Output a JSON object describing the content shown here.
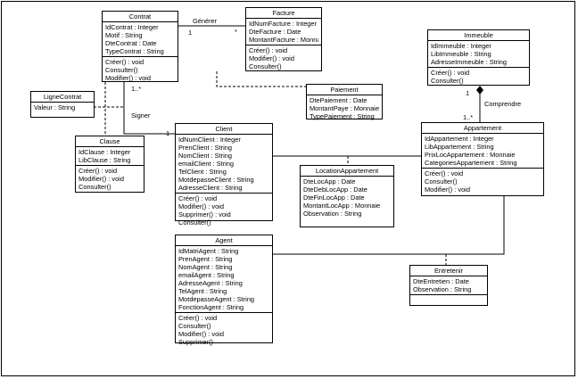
{
  "classes": {
    "contrat": {
      "name": "Contrat",
      "attributes": [
        "IdContrat : Integer",
        "Motif : String",
        "DteContrat : Date",
        "TypeContrat : String"
      ],
      "methods": [
        "Créer() : void",
        "Consulter()",
        "Modifier() : void"
      ]
    },
    "facture": {
      "name": "Facture",
      "attributes": [
        "IdNumFacture : Integer",
        "DteFacture : Date",
        "MontantFacture : Monnaie"
      ],
      "methods": [
        "Créer() : void",
        "Modifier() : void",
        "Consulter()"
      ]
    },
    "immeuble": {
      "name": "Immeuble",
      "attributes": [
        "IdImmeuble : Integer",
        "LibImmeuble : String",
        "AdresseImmeuble : String"
      ],
      "methods": [
        "Créer() : void",
        "Consulter()"
      ]
    },
    "ligne_contrat": {
      "name": "LigneContrat",
      "attributes": [
        "Valeur : String"
      ],
      "methods": []
    },
    "paiement": {
      "name": "Paiement",
      "attributes": [
        "DtePaiement : Date",
        "MontantPaye : Monnaie",
        "TypePaiement : String"
      ],
      "methods": []
    },
    "clause": {
      "name": "Clause",
      "attributes": [
        "IdClause : Integer",
        "LibClause : String"
      ],
      "methods": [
        "Créer() : void",
        "Modifier() : void",
        "Consulter()"
      ]
    },
    "client": {
      "name": "Client",
      "attributes": [
        "IdNumClient : Integer",
        "PrenClient : String",
        "NomClient : String",
        "emailClient : String",
        "TelClient : String",
        "MotdepasseClient : String",
        "AdresseClient : String"
      ],
      "methods": [
        "Créer() : void",
        "Modifier() : void",
        "Supprimer() : void",
        "Consulter()"
      ]
    },
    "location": {
      "name": "LocationAppartement",
      "attributes": [
        "DteLocApp : Date",
        "DteDebLocApp : Date",
        "DteFinLocApp : Date",
        "MontantLocApp : Monnaie",
        "Observation : String"
      ],
      "methods": []
    },
    "appartement": {
      "name": "Appartement",
      "attributes": [
        "IdAppartement : Integer",
        "LibAppartement : String",
        "PrixLocAppartement : Monnaie",
        "CategoriesAppartement : String"
      ],
      "methods": [
        "Créer() : void",
        "Consulter()",
        "Modifier() : void"
      ]
    },
    "agent": {
      "name": "Agent",
      "attributes": [
        "IdMatriAgent : String",
        "PrenAgent : String",
        "NomAgent : String",
        "emailAgent : String",
        "AdresseAgent : String",
        "TelAgent : String",
        "MotdepasseAgent : String",
        "FonctionAgent : String"
      ],
      "methods": [
        "Créer() : void",
        "Consulter()",
        "Modifier() : void",
        "Supprimer()"
      ]
    },
    "entretenir": {
      "name": "Entretenir",
      "attributes": [
        "DteEntretien : Date",
        "Observation : String"
      ],
      "methods": []
    }
  },
  "associations": {
    "generer_label": "Générer",
    "generer_mult_left": "1",
    "generer_mult_right": "*",
    "signer_label": "Signer",
    "signer_mult_top": "1..*",
    "signer_mult_client": "1",
    "comprendre_label": "Comprendre",
    "comprendre_mult_top": "1",
    "comprendre_mult_bottom": "1..*"
  }
}
